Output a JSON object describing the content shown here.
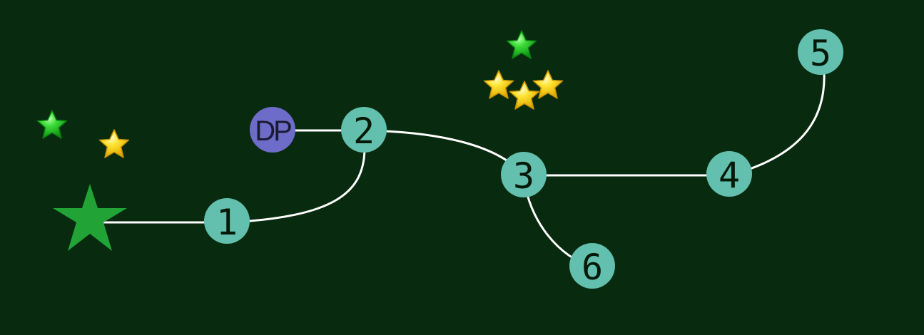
{
  "colors": {
    "background": "#082b0f",
    "node_fill": "#63bfae",
    "dp_fill": "#6d6cc8",
    "start_star": "#21a336",
    "path": "#ffffff",
    "bonus_star_green": "#19c21d",
    "bonus_star_yellow": "#ffd21a"
  },
  "start": {
    "icon": "start-star-icon"
  },
  "nodes": [
    {
      "id": "1",
      "label": "1"
    },
    {
      "id": "2",
      "label": "2"
    },
    {
      "id": "3",
      "label": "3"
    },
    {
      "id": "4",
      "label": "4"
    },
    {
      "id": "5",
      "label": "5"
    },
    {
      "id": "6",
      "label": "6"
    }
  ],
  "dp_node": {
    "label": "DP"
  },
  "stars": {
    "group_left": {
      "green": 1,
      "yellow": 1
    },
    "group_top": {
      "green": 1,
      "yellow": 3
    }
  }
}
